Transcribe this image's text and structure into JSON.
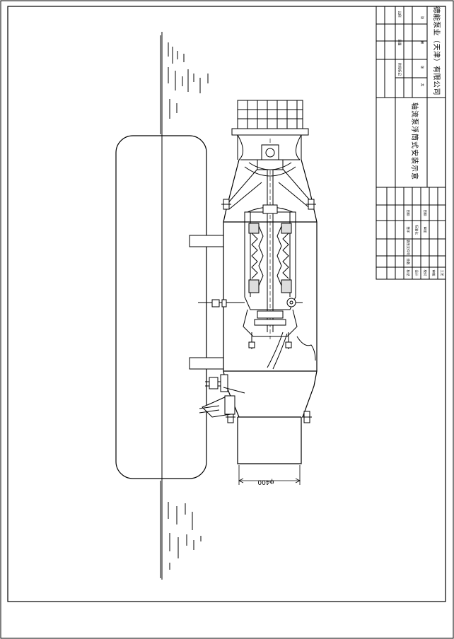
{
  "drawing": {
    "title": "轴流泵浮筒式安装示意",
    "company": "德能泵业（天津）有限公司",
    "dimension_label": "φ400",
    "title_block": {
      "top_headers": [
        "阶段标记",
        "重量",
        "比例"
      ],
      "share_labels": [
        "共",
        "张",
        "第",
        "张"
      ],
      "revision_headers": [
        "标记",
        "处数",
        "更改文件号",
        "签字",
        "日期"
      ],
      "sign_rows": [
        "设计",
        "校对",
        "审核",
        "工艺"
      ],
      "std_labels": [
        "标准化",
        "审定"
      ],
      "date_label": "日期"
    }
  }
}
